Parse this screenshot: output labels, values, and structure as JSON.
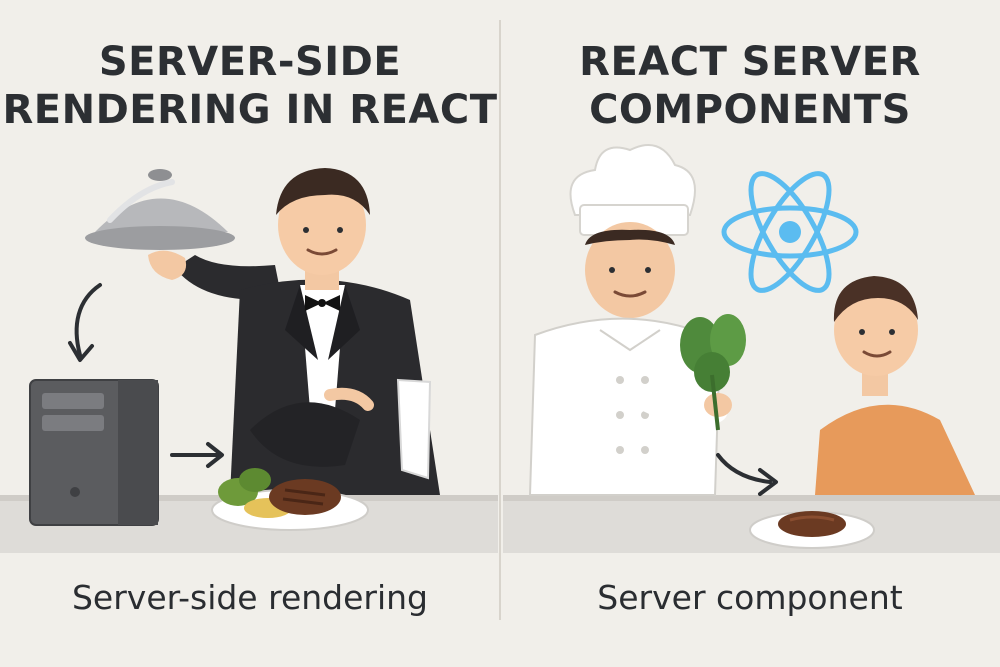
{
  "left_panel": {
    "title_line1": "SERVER-SIDE",
    "title_line2": "RENDERING IN REACT",
    "caption": "Server-side rendering"
  },
  "right_panel": {
    "title_line1": "REACT SERVER",
    "title_line2": "COMPONENTS",
    "caption": "Server component"
  },
  "colors": {
    "background": "#f1efea",
    "react_logo": "#5bbcf0",
    "shirt": "#e79a5b",
    "tuxedo": "#2b2b2e",
    "counter": "#d9d7d3"
  }
}
